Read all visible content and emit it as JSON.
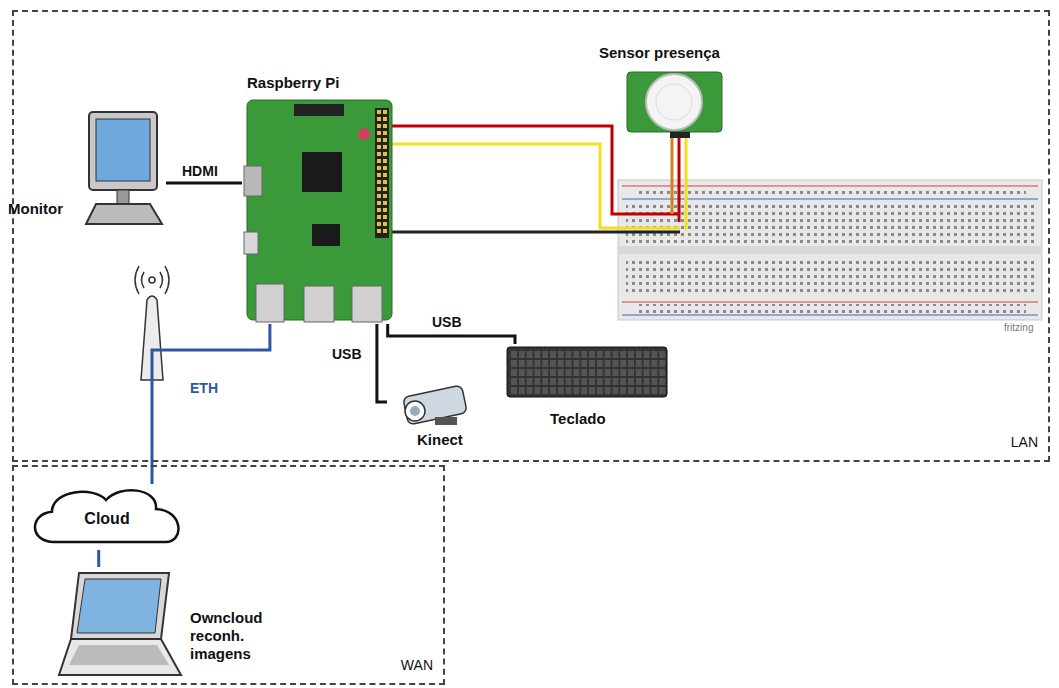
{
  "diagram": {
    "nodes": [
      {
        "text": [
          "LAN"
        ]
      },
      {
        "text": [
          "Raspberry Pi"
        ],
        "in": 0
      },
      {
        "text": [
          "Sensor presença"
        ],
        "in": 0
      },
      {
        "text": [
          "Monitor"
        ],
        "in": 0
      },
      {
        "text": [
          "Kinect"
        ],
        "in": 0
      },
      {
        "text": [
          "Teclado"
        ],
        "in": 0
      },
      {
        "text": [
          "WAN"
        ]
      },
      {
        "text": [
          "Cloud"
        ],
        "in": 6
      },
      {
        "text": [
          "Owncloud reconh. imagens"
        ],
        "in": 6
      }
    ],
    "edges": [
      {
        "from": 3,
        "to": 1,
        "label": "HDMI",
        "arrow": "none"
      },
      {
        "from": 1,
        "to": 4,
        "label": "USB",
        "arrow": "none"
      },
      {
        "from": 1,
        "to": 5,
        "label": "USB",
        "arrow": "none"
      },
      {
        "from": 1,
        "to": 7,
        "label": "ETH",
        "arrow": "none"
      },
      {
        "from": 7,
        "to": 8,
        "arrow": "none"
      }
    ],
    "labels": [
      "fritzing"
    ]
  }
}
